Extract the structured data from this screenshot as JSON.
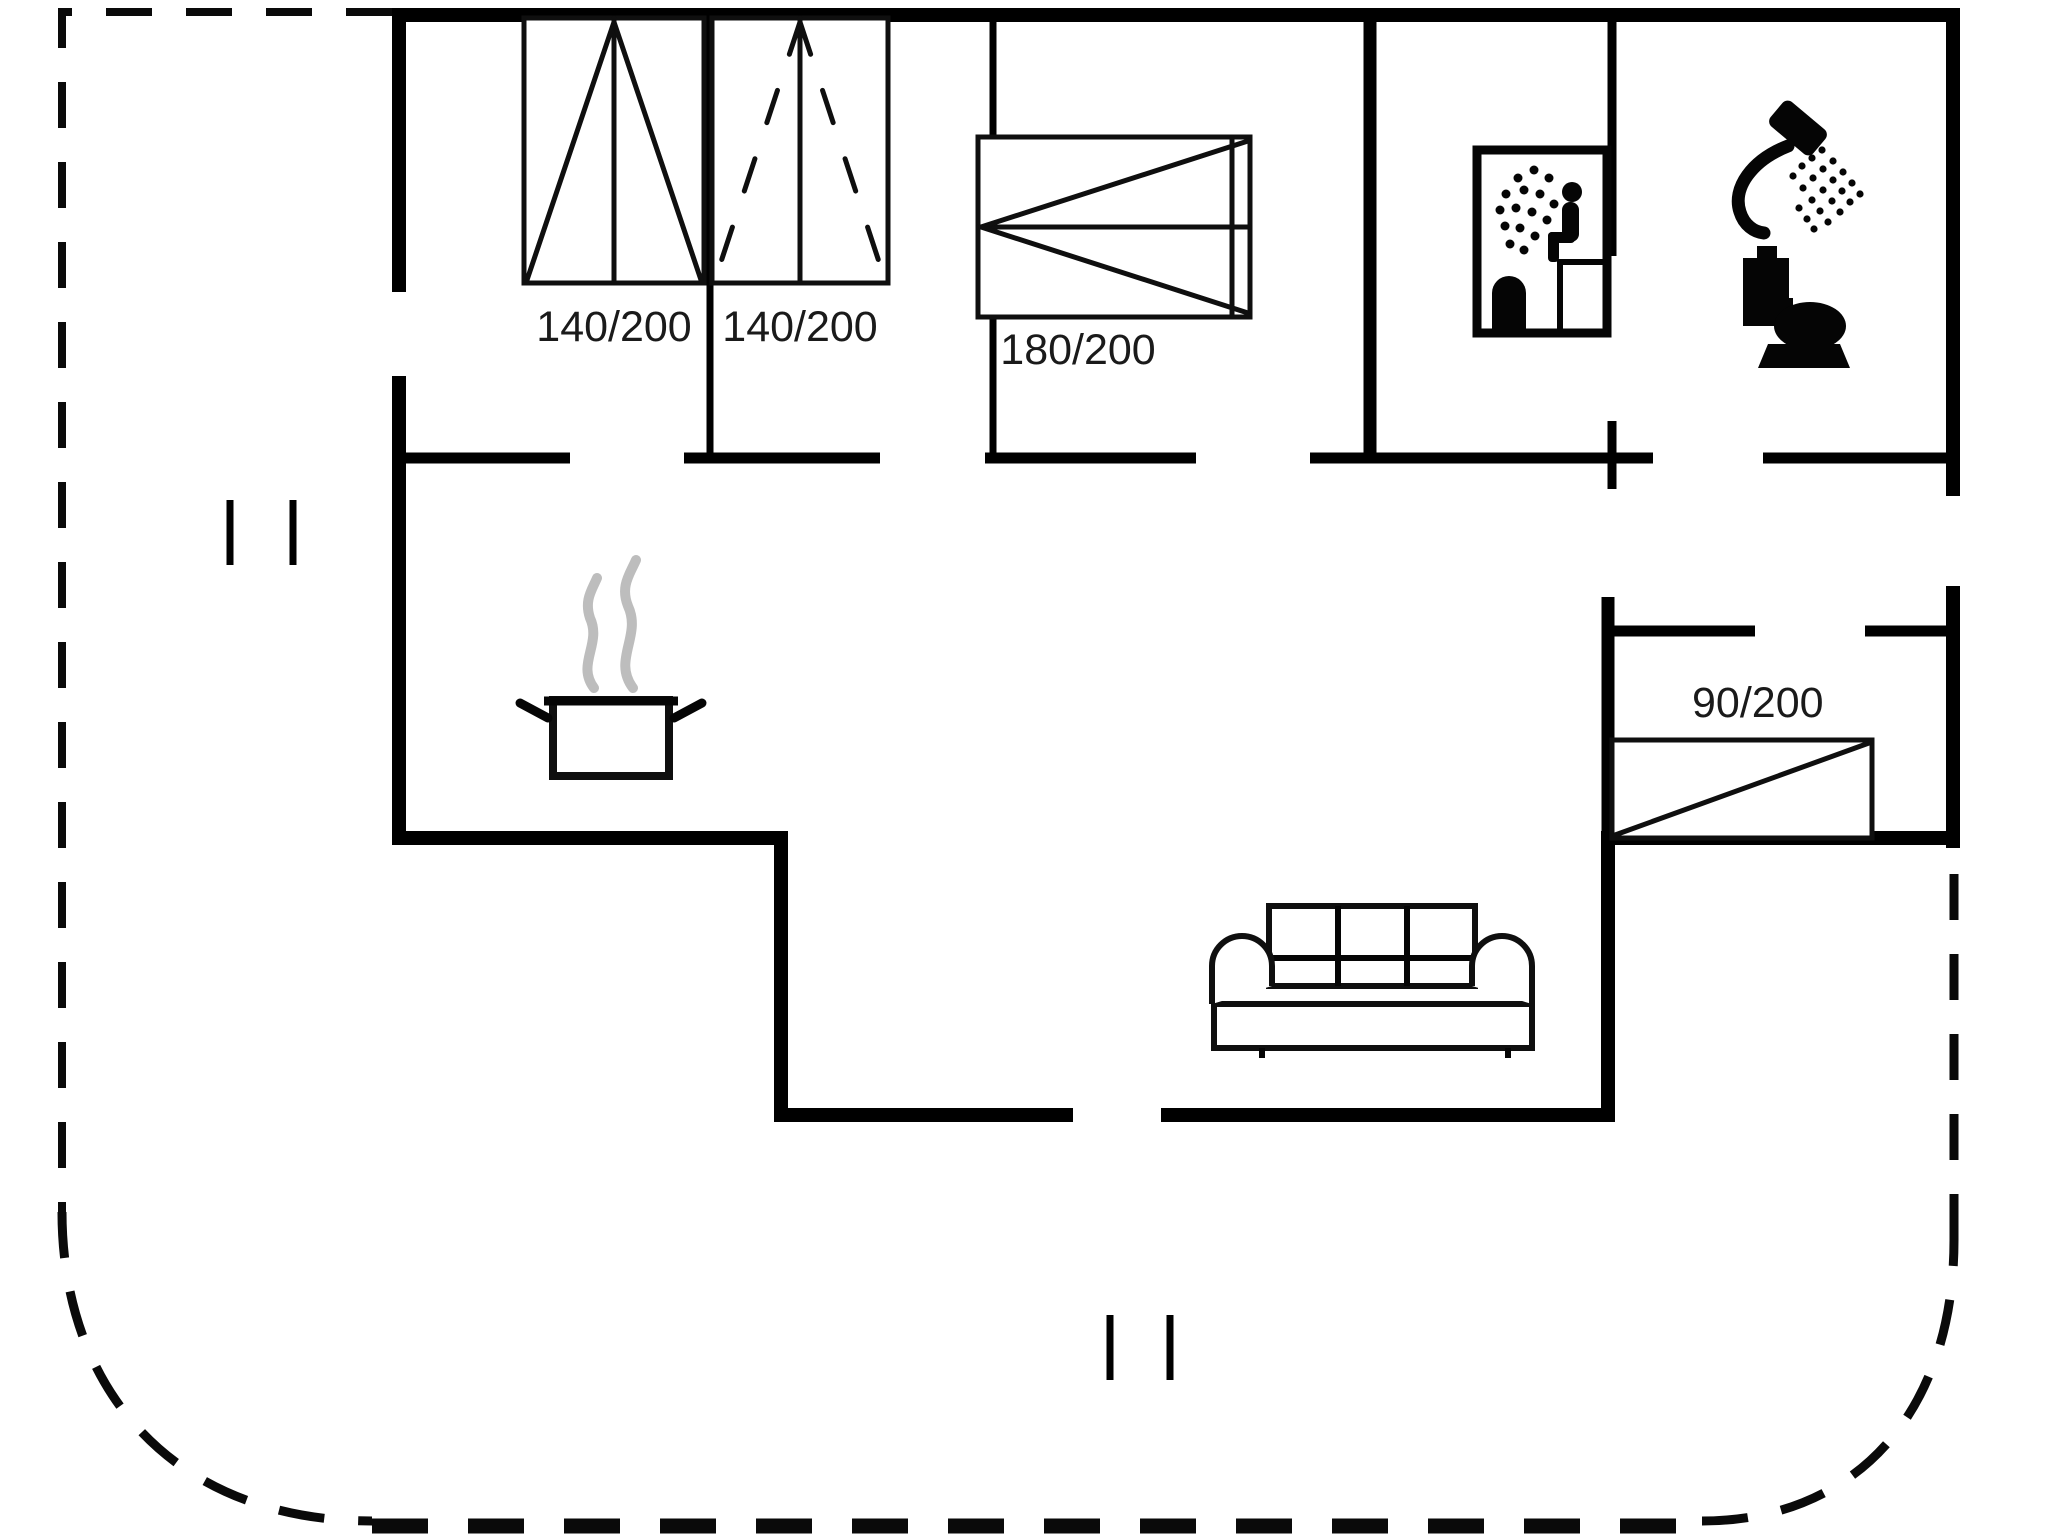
{
  "floor_plan": {
    "background_color": "#ffffff",
    "wall_color": "#000000",
    "steam_color": "#bdbdbd",
    "label_color": "#1a1a1a",
    "rooms": {
      "bedroom_1": {
        "bed_label": "140/200"
      },
      "bedroom_2": {
        "bed_label": "140/200"
      },
      "bedroom_3": {
        "bed_label": "180/200"
      },
      "bedroom_4": {
        "bed_label": "90/200"
      }
    },
    "icons": [
      "sauna-pictogram",
      "shower-icon",
      "toilet-icon",
      "cooking-pot-icon",
      "steam-icon",
      "sofa-icon"
    ]
  }
}
